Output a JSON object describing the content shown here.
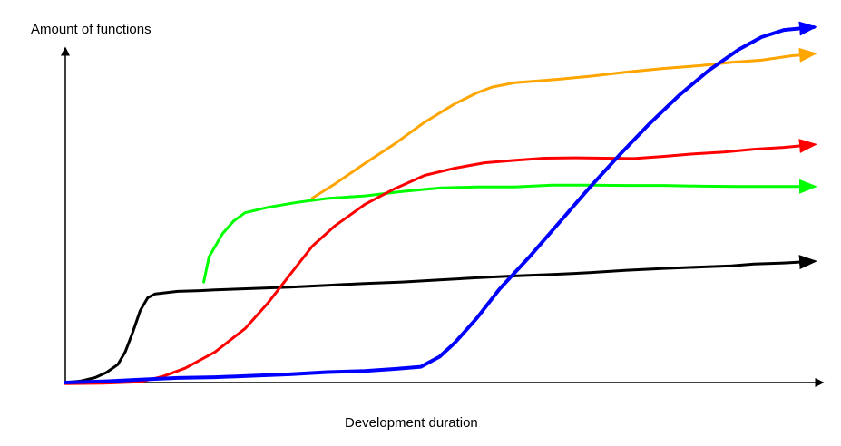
{
  "chart_data": {
    "type": "line",
    "title": "",
    "xlabel": "Development duration",
    "ylabel": "Amount of functions",
    "xlim": [
      0,
      100
    ],
    "ylim": [
      0,
      100
    ],
    "grid": false,
    "series": [
      {
        "color": "#000000",
        "stroke": 3,
        "points": [
          [
            0,
            0
          ],
          [
            2,
            0.4
          ],
          [
            4,
            1.4
          ],
          [
            5.5,
            2.8
          ],
          [
            7,
            5
          ],
          [
            8,
            8.5
          ],
          [
            9,
            14
          ],
          [
            10,
            20
          ],
          [
            11,
            23.6
          ],
          [
            12,
            24.7
          ],
          [
            15,
            25.4
          ],
          [
            18,
            25.6
          ],
          [
            20,
            25.8
          ],
          [
            25,
            26.2
          ],
          [
            30,
            26.6
          ],
          [
            35,
            27.1
          ],
          [
            40,
            27.6
          ],
          [
            45,
            28
          ],
          [
            50,
            28.6
          ],
          [
            55,
            29.2
          ],
          [
            60,
            29.7
          ],
          [
            65,
            30.1
          ],
          [
            70,
            30.6
          ],
          [
            75,
            31.3
          ],
          [
            80,
            31.8
          ],
          [
            85,
            32.2
          ],
          [
            89,
            32.5
          ],
          [
            92,
            33
          ],
          [
            96,
            33.3
          ],
          [
            100,
            33.8
          ]
        ]
      },
      {
        "color": "#00ff00",
        "stroke": 3,
        "points": [
          [
            18.5,
            28
          ],
          [
            19.2,
            35
          ],
          [
            21,
            41.5
          ],
          [
            22.5,
            45
          ],
          [
            24,
            47.3
          ],
          [
            27,
            48.8
          ],
          [
            31,
            50.2
          ],
          [
            35,
            51.3
          ],
          [
            40,
            52
          ],
          [
            45,
            53.2
          ],
          [
            50,
            54.2
          ],
          [
            55,
            54.5
          ],
          [
            60,
            54.5
          ],
          [
            65,
            55
          ],
          [
            70,
            55
          ],
          [
            75,
            54.9
          ],
          [
            80,
            54.9
          ],
          [
            85,
            54.7
          ],
          [
            90,
            54.6
          ],
          [
            95,
            54.6
          ],
          [
            100,
            54.6
          ]
        ]
      },
      {
        "color": "#ffa500",
        "stroke": 3,
        "points": [
          [
            33,
            51.4
          ],
          [
            36,
            55.3
          ],
          [
            40,
            61
          ],
          [
            44,
            66.5
          ],
          [
            48,
            72.5
          ],
          [
            52,
            77.6
          ],
          [
            55,
            80.7
          ],
          [
            57,
            82.3
          ],
          [
            60,
            83.5
          ],
          [
            63,
            84
          ],
          [
            66,
            84.5
          ],
          [
            70,
            85.3
          ],
          [
            75,
            86.5
          ],
          [
            80,
            87.5
          ],
          [
            85,
            88.3
          ],
          [
            89,
            89.2
          ],
          [
            93,
            89.8
          ],
          [
            97,
            91
          ],
          [
            100,
            91.6
          ]
        ]
      },
      {
        "color": "#ff0000",
        "stroke": 3,
        "points": [
          [
            0,
            -0.3
          ],
          [
            5,
            -0.2
          ],
          [
            10,
            0.2
          ],
          [
            13,
            1.7
          ],
          [
            16,
            4
          ],
          [
            20,
            8.5
          ],
          [
            24,
            15
          ],
          [
            27,
            22
          ],
          [
            30,
            30
          ],
          [
            33,
            38
          ],
          [
            36,
            43.6
          ],
          [
            40,
            49.6
          ],
          [
            44,
            54
          ],
          [
            48,
            57.7
          ],
          [
            52,
            59.7
          ],
          [
            56,
            61.2
          ],
          [
            60,
            61.9
          ],
          [
            64,
            62.5
          ],
          [
            68,
            62.6
          ],
          [
            72,
            62.5
          ],
          [
            76,
            62.4
          ],
          [
            80,
            63
          ],
          [
            84,
            63.7
          ],
          [
            88,
            64.2
          ],
          [
            92,
            65
          ],
          [
            96,
            65.5
          ],
          [
            100,
            66.3
          ]
        ]
      },
      {
        "color": "#0000ff",
        "stroke": 4,
        "points": [
          [
            0,
            0
          ],
          [
            5,
            0.3
          ],
          [
            10,
            0.8
          ],
          [
            15,
            1.3
          ],
          [
            20,
            1.5
          ],
          [
            25,
            1.9
          ],
          [
            30,
            2.3
          ],
          [
            35,
            2.9
          ],
          [
            40,
            3.2
          ],
          [
            44,
            3.8
          ],
          [
            47.5,
            4.4
          ],
          [
            50,
            7.2
          ],
          [
            52,
            11
          ],
          [
            55,
            18
          ],
          [
            58,
            26
          ],
          [
            62,
            35
          ],
          [
            66,
            44.6
          ],
          [
            70,
            54.2
          ],
          [
            74,
            63.3
          ],
          [
            78,
            72
          ],
          [
            82,
            80
          ],
          [
            86,
            87
          ],
          [
            90,
            92.8
          ],
          [
            93,
            96.2
          ],
          [
            96,
            98.2
          ],
          [
            100,
            99
          ]
        ]
      }
    ]
  }
}
